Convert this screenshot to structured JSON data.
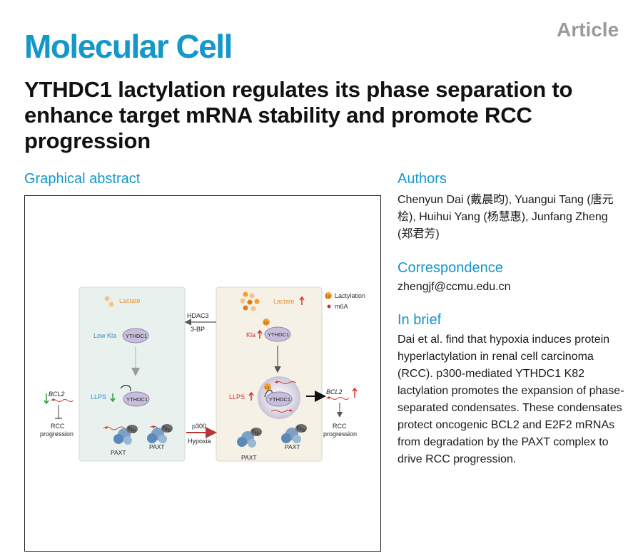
{
  "header": {
    "journal": "Molecular Cell",
    "article_type": "Article",
    "title": "YTHDC1 lactylation regulates its phase separation to enhance target mRNA stability and promote RCC progression"
  },
  "graphical_abstract": {
    "heading": "Graphical abstract",
    "legend": {
      "lactylation": "Lactylation",
      "m6a": "m6A",
      "la": "La"
    },
    "left_panel": {
      "lactate": "Lactate",
      "low_kla": "Low Kla",
      "protein": "YTHDC1",
      "llps": "LLPS",
      "gene": "BCL2",
      "outcome_line1": "RCC",
      "outcome_line2": "progression",
      "exo": "EXO",
      "paxt": "PAXT"
    },
    "middle": {
      "inhibitor1": "HDAC3",
      "inhibitor2": "3-BP",
      "enzyme": "p300",
      "condition": "Hypoxia"
    },
    "right_panel": {
      "lactate": "Lactate",
      "kla": "Kla",
      "protein": "YTHDC1",
      "llps": "LLPS",
      "gene": "BCL2",
      "outcome_line1": "RCC",
      "outcome_line2": "progression",
      "exo": "EXO",
      "paxt": "PAXT"
    },
    "colors": {
      "left_panel_bg": "#e9f1ef",
      "right_panel_bg": "#f6f1e7",
      "protein": "#c7bedb",
      "up_arrow": "#d0342c",
      "down_arrow": "#2c9a3e",
      "lactate_text": "#e8942a"
    }
  },
  "authors": {
    "heading": "Authors",
    "text": "Chenyun Dai (戴晨昀), Yuangui Tang (唐元桧), Huihui Yang (杨慧惠), Junfang Zheng (郑君芳)"
  },
  "correspondence": {
    "heading": "Correspondence",
    "email": "zhengjf@ccmu.edu.cn"
  },
  "in_brief": {
    "heading": "In brief",
    "text": "Dai et al. find that hypoxia induces protein hyperlactylation in renal cell carcinoma (RCC). p300-mediated YTHDC1 K82 lactylation promotes the expansion of phase-separated condensates. These condensates protect oncogenic BCL2 and E2F2 mRNAs from degradation by the PAXT complex to drive RCC progression."
  }
}
